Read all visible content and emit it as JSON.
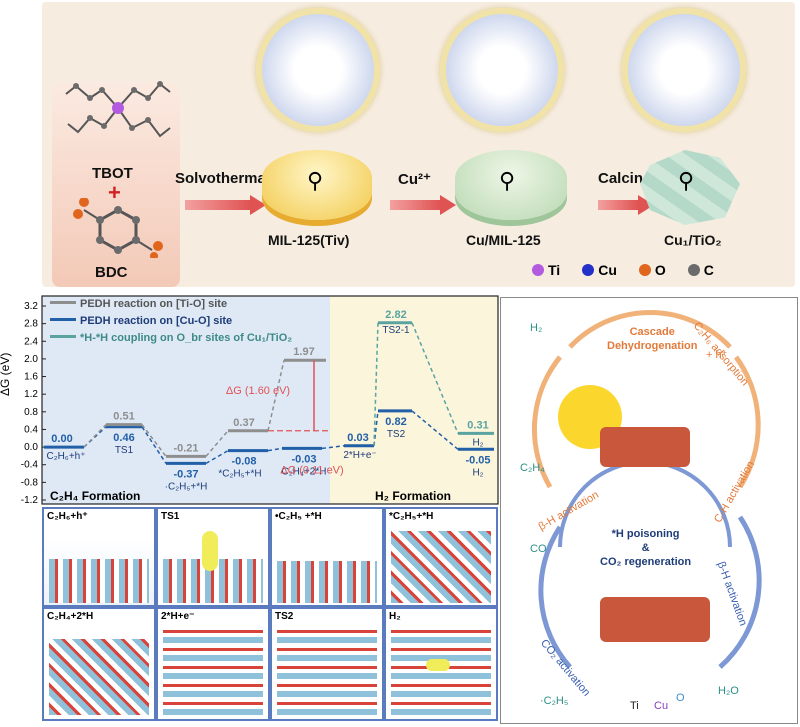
{
  "synthesis": {
    "reagent1": "TBOT",
    "plus": "+",
    "reagent2": "BDC",
    "step1": "Solvothermal",
    "step2": "Cu²⁺",
    "step3": "Calcination",
    "mat1": "MIL-125(Tiv)",
    "mat2": "Cu/MIL-125",
    "mat3": "Cu₁/TiO₂",
    "legend": [
      {
        "symbol": "Ti",
        "color": "#b35be0"
      },
      {
        "symbol": "Cu",
        "color": "#2431c8"
      },
      {
        "symbol": "O",
        "color": "#e0651d"
      },
      {
        "symbol": "C",
        "color": "#6b6b6b"
      }
    ]
  },
  "chart_data": {
    "type": "line",
    "ylabel": "ΔG (eV)",
    "ylim": [
      -1.2,
      3.2
    ],
    "yticks": [
      "3.2",
      "2.8",
      "2.4",
      "2.0",
      "1.6",
      "1.2",
      "0.8",
      "0.4",
      "0.0",
      "-0.4",
      "-0.8",
      "-1.2"
    ],
    "series": [
      {
        "name": "PEDH reaction on [Ti-O] site",
        "color": "#8e8e8e",
        "values": [
          0.0,
          0.51,
          -0.21,
          0.37,
          1.97
        ]
      },
      {
        "name": "PEDH reaction on [Cu-O] site",
        "color": "#215fa7",
        "values": [
          0.0,
          0.46,
          -0.37,
          -0.08,
          -0.03,
          0.03,
          0.82,
          -0.05
        ]
      },
      {
        "name": "*H-*H coupling on O_br sites of Cu₁/TiO₂",
        "color": "#5aa3a0",
        "values": [
          0.03,
          2.82,
          0.31
        ]
      }
    ],
    "value_labels": {
      "gray": [
        "0.51",
        "-0.21",
        "0.37",
        "1.97"
      ],
      "blue": [
        "0.00",
        "0.46",
        "-0.37",
        "-0.08",
        "-0.03",
        "0.03",
        "0.82",
        "-0.05"
      ],
      "teal": [
        "2.82",
        "0.31"
      ]
    },
    "state_labels": [
      "C₂H₆+h⁺",
      "TS1",
      "·C₂H₅+*H",
      "*C₂H₅+*H",
      "C₂H₄+2*H",
      "2*H+e⁻",
      "TS2",
      "H₂",
      "TS2-1",
      "H₂"
    ],
    "annotations": [
      "ΔG (1.60 eV)",
      "ΔG (0.11 eV)"
    ],
    "sections": [
      "C₂H₄ Formation",
      "H₂ Formation"
    ]
  },
  "structures": [
    "C₂H₆+h⁺",
    "TS1",
    "•C₂H₅ +*H",
    "*C₂H₅+*H",
    "C₂H₄+2*H",
    "2*H+e⁻",
    "TS2",
    "H₂"
  ],
  "cycle": {
    "h2": "H₂",
    "title1": "Cascade",
    "title2": "Dehydrogenation",
    "c2h6_ads": "C₂H₆ adsorption",
    "h_plus": "+ h⁺",
    "c2h4": "C₂H₄",
    "beta_act": "β-H activation",
    "c2h_act": "C-H activation",
    "beta_act2": "β-H activation",
    "co": "CO",
    "h_poison1": "*H poisoning",
    "amp": "&",
    "h_poison2": "CO₂ regeneration",
    "co2_act": "CO₂ activation",
    "c2h5": "·C₂H₅",
    "h2o": "H₂O",
    "ti": "Ti",
    "cu": "Cu",
    "o": "O"
  }
}
